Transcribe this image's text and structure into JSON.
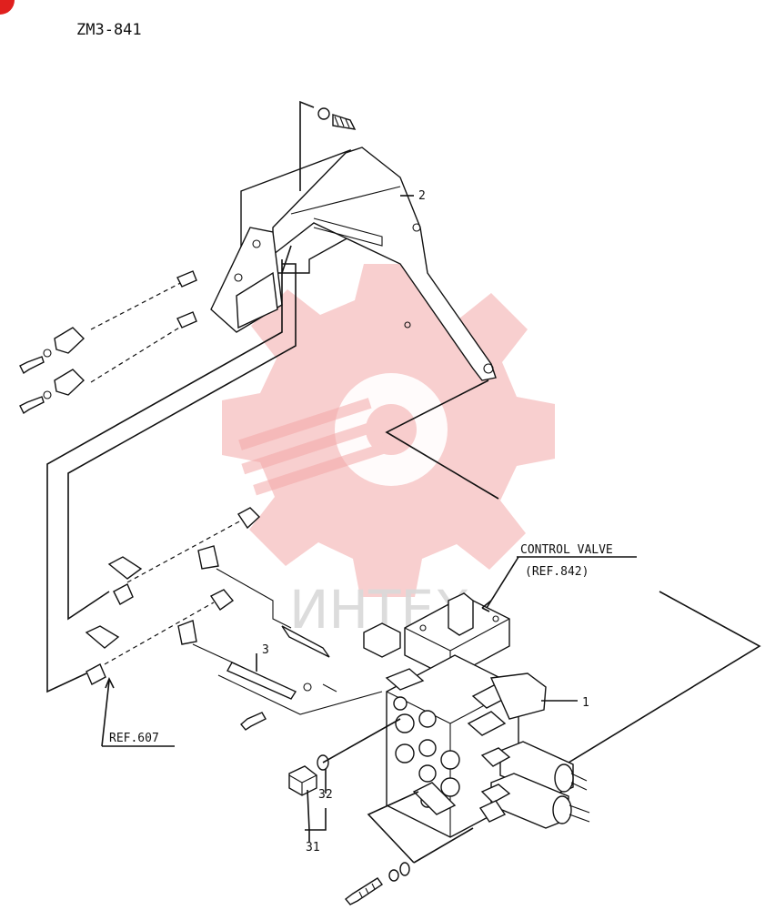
{
  "drawing": {
    "code": "ZM3-841",
    "callouts": {
      "control_valve": "CONTROL VALVE",
      "control_valve_ref": "(REF.842)",
      "ref_frame": "REF.607",
      "part_1": "1",
      "part_2": "2",
      "part_3": "3",
      "part_31": "31",
      "part_32": "32"
    },
    "watermark": "ИНТЕХ"
  },
  "colors": {
    "ink": "#111111",
    "watermark_red": "#f3a8a8",
    "watermark_text": "#d9d9d9",
    "corner_mark": "#e0201e"
  }
}
